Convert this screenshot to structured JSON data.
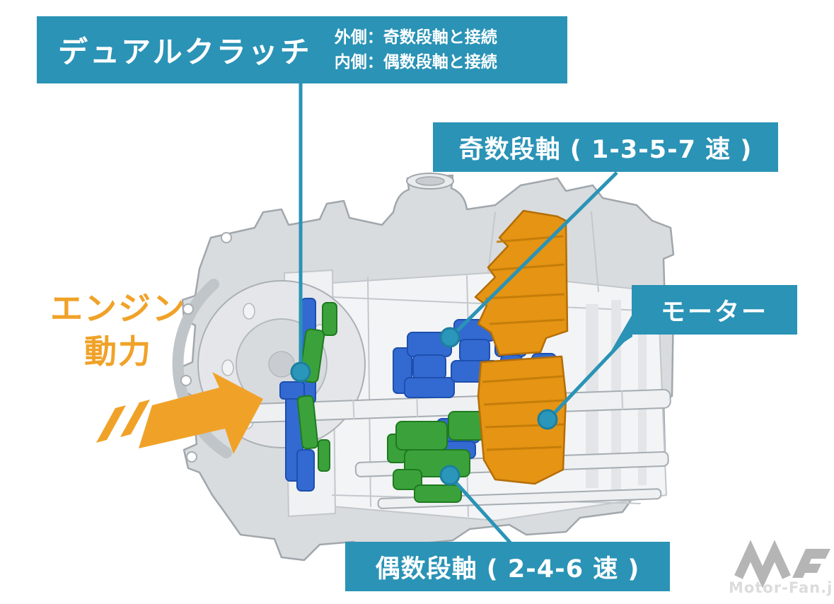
{
  "labels": {
    "dual_clutch": {
      "title": "デュアルクラッチ",
      "note_line1": "外側：奇数段軸と接続",
      "note_line2": "内側：偶数段軸と接続"
    },
    "odd_shaft": {
      "text": "奇数段軸 ( 1-3-5-7 速 )"
    },
    "motor": {
      "text": "モーター"
    },
    "even_shaft": {
      "text": "偶数段軸 ( 2-4-6 速 )"
    },
    "engine_power": {
      "line1": "エンジン",
      "line2": "動力"
    }
  },
  "watermark": {
    "text": "Motor-Fan.jp"
  },
  "colors": {
    "label_background": "#2a93b6",
    "leader_line": "#2a93b6",
    "engine_power_text": "#f0a228",
    "engine_arrow": "#f0a228",
    "part_blue_odd_gears": "#336ad1",
    "part_green_even_gears": "#3ba23b",
    "part_orange_motor": "#e59413",
    "housing_gray": "#d9dcde"
  },
  "parts": [
    {
      "name": "dual-clutch",
      "color": "#336ad1"
    },
    {
      "name": "odd-gear-shaft-1-3-5-7",
      "color": "#336ad1"
    },
    {
      "name": "even-gear-shaft-2-4-6",
      "color": "#3ba23b"
    },
    {
      "name": "motor",
      "color": "#e59413"
    }
  ]
}
